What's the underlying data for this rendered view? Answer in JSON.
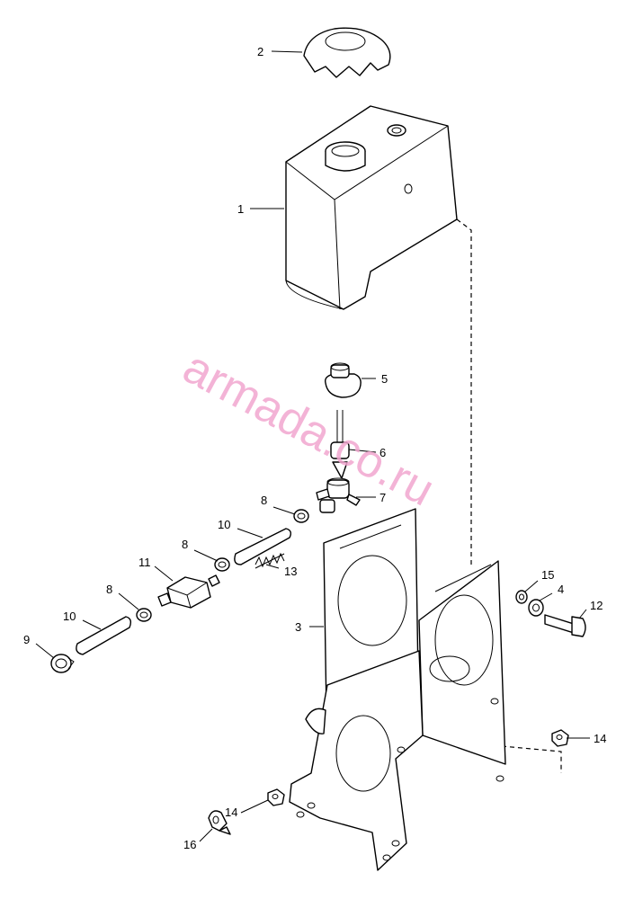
{
  "watermark": "armada.co.ru",
  "colors": {
    "line": "#000000",
    "background": "#ffffff",
    "watermark": "#f2a6cf"
  },
  "callouts": {
    "c1": "1",
    "c2": "2",
    "c3": "3",
    "c4": "4",
    "c5": "5",
    "c6": "6",
    "c7": "7",
    "c8a": "8",
    "c8b": "8",
    "c8c": "8",
    "c9": "9",
    "c10a": "10",
    "c10b": "10",
    "c11": "11",
    "c12": "12",
    "c13": "13",
    "c14a": "14",
    "c14b": "14",
    "c15": "15",
    "c16": "16"
  }
}
